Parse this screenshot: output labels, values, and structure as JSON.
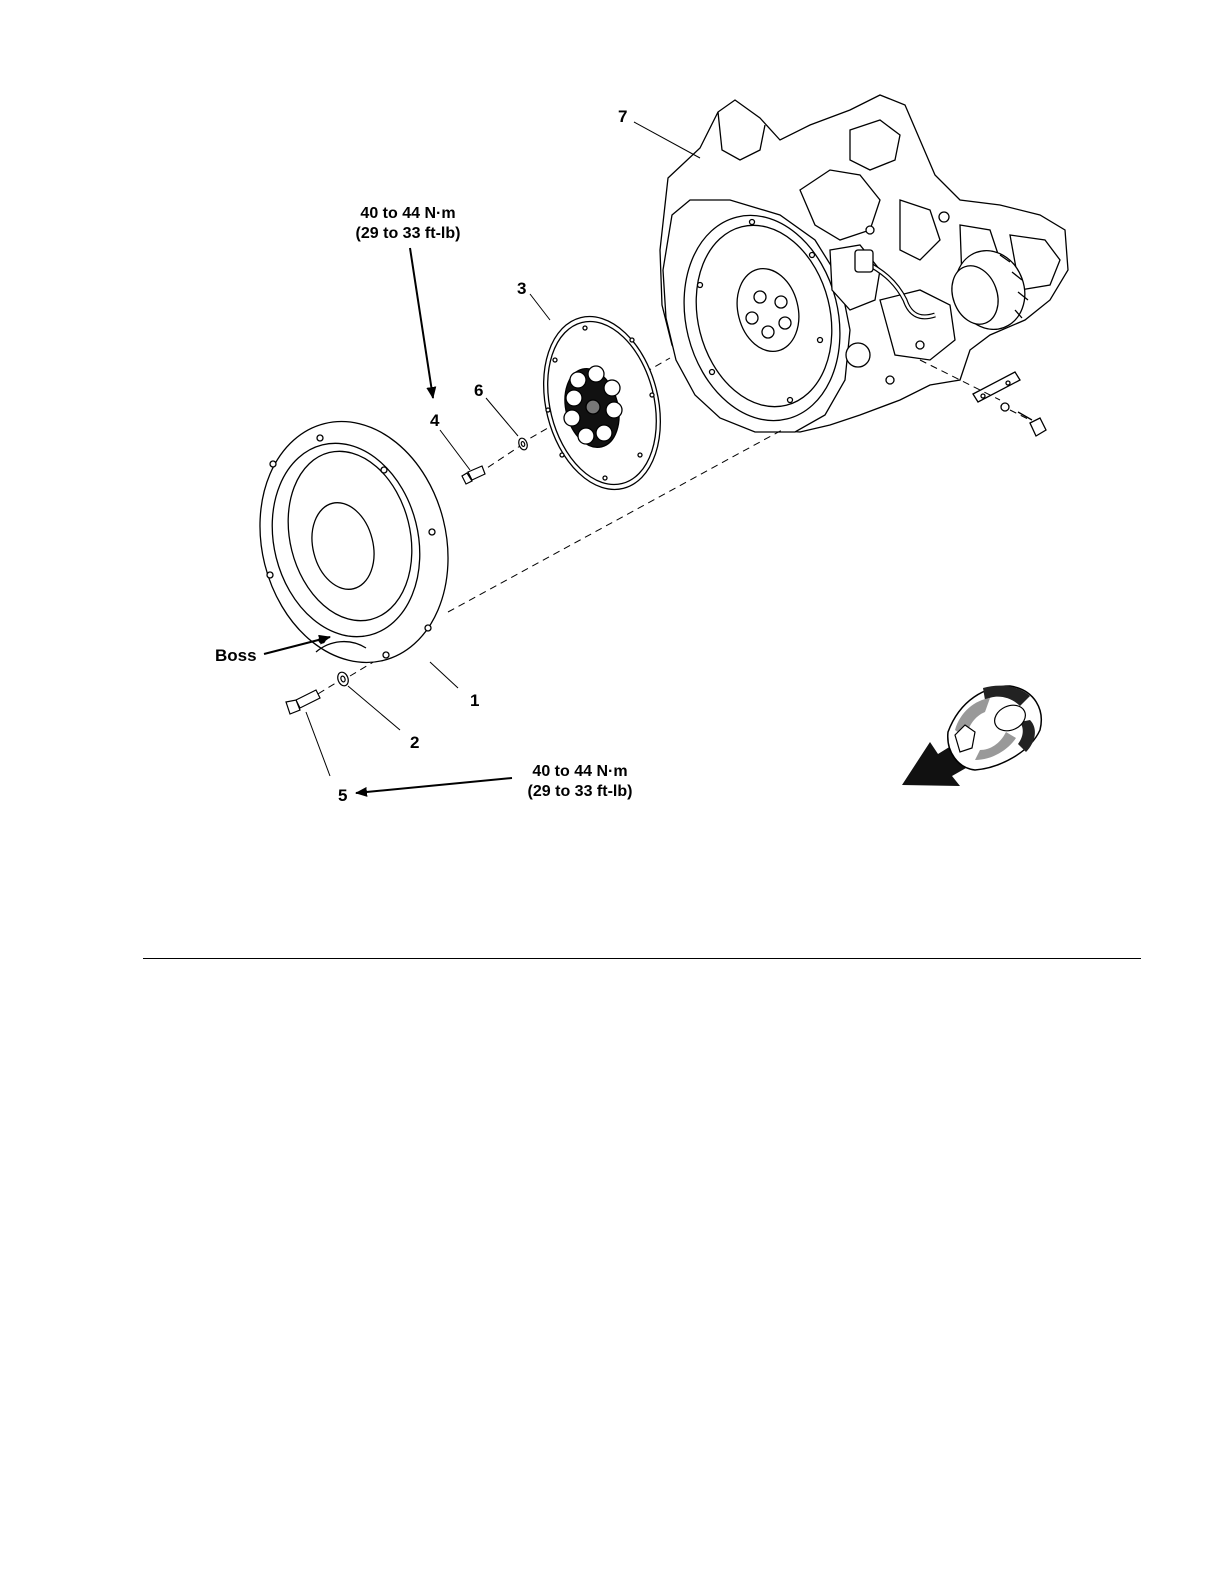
{
  "callouts": {
    "c1": "1",
    "c2": "2",
    "c3": "3",
    "c4": "4",
    "c5": "5",
    "c6": "6",
    "c7": "7",
    "boss": "Boss"
  },
  "torque_top": {
    "line1": "40 to 44 N·m",
    "line2": "(29 to 33 ft-lb)"
  },
  "torque_bottom": {
    "line1": "40 to 44 N·m",
    "line2": "(29 to 33 ft-lb)"
  },
  "icons": {
    "view_direction": "view-direction-icon",
    "engine": "engine-assembly-icon"
  }
}
